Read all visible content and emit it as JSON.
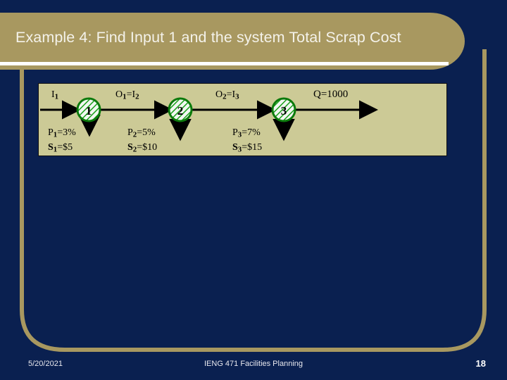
{
  "slide": {
    "title": "Example 4:  Find Input 1 and the system Total Scrap Cost",
    "colors": {
      "background": "#0a2050",
      "gold": "#a89860",
      "panel": "#ccca96",
      "node_green": "#18a018",
      "node_ring": "#0c7a0c",
      "title_text": "#f4f2ea",
      "rule": "#ffffff"
    }
  },
  "figure": {
    "input_label": "I",
    "input_sub": "1",
    "flow_labels": [
      {
        "text": "O",
        "sub": "1",
        "tail": "=I",
        "tail_sub": "2"
      },
      {
        "text": "O",
        "sub": "2",
        "tail": "=I",
        "tail_sub": "3"
      }
    ],
    "output_label": "Q=1000",
    "nodes": [
      {
        "id": "1",
        "label": "1"
      },
      {
        "id": "2",
        "label": "2"
      },
      {
        "id": "3",
        "label": "3"
      }
    ],
    "scrap": [
      {
        "p_sym": "P",
        "p_sub": "1",
        "p_val": "=3%",
        "s_sym": "S",
        "s_sub": "1",
        "s_val": "=$5"
      },
      {
        "p_sym": "P",
        "p_sub": "2",
        "p_val": "=5%",
        "s_sym": "S",
        "s_sub": "2",
        "s_val": "=$10"
      },
      {
        "p_sym": "P",
        "p_sub": "3",
        "p_val": "=7%",
        "s_sym": "S",
        "s_sub": "3",
        "s_val": "=$15"
      }
    ]
  },
  "footer": {
    "date": "5/20/2021",
    "course": "IENG 471 Facilities Planning",
    "page": "18"
  }
}
